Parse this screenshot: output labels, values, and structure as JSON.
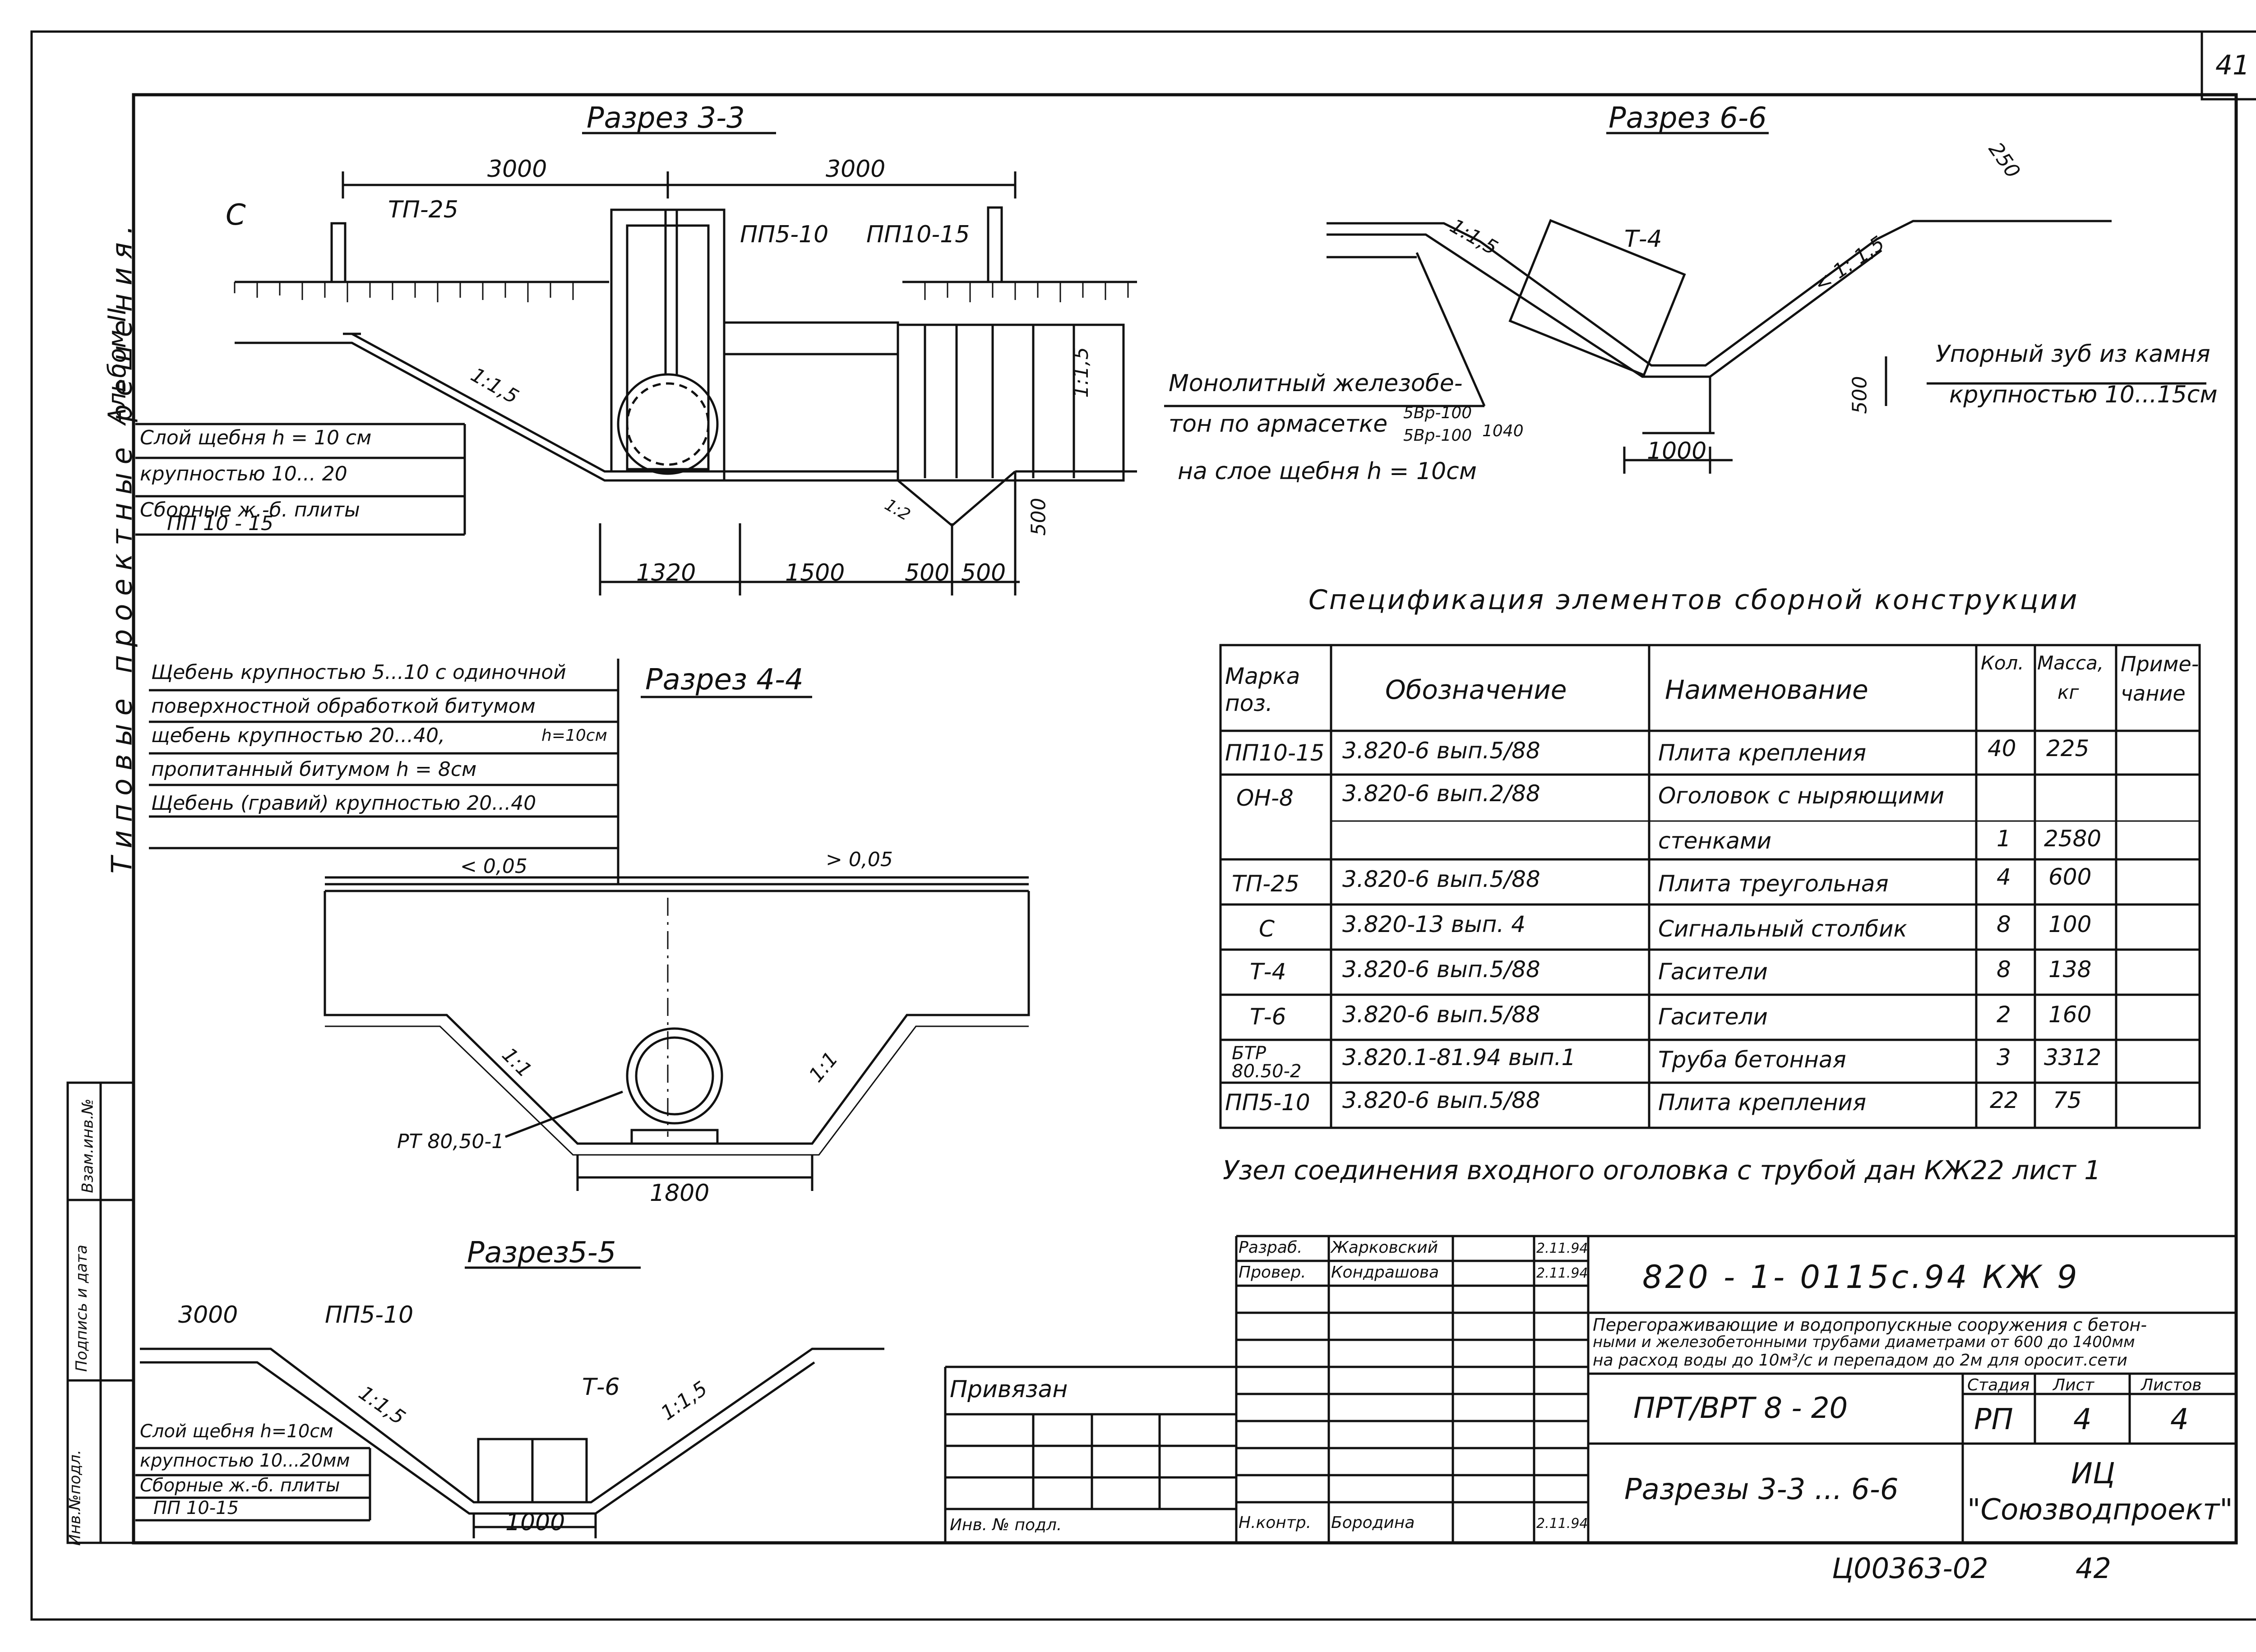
{
  "sheet": {
    "page_number": "41",
    "album_side_text": "Альбом II",
    "side_text": "Типовые проектные решения.",
    "stamp_column": [
      "Инв.№подл.",
      "Подпись и дата",
      "Взам.инв.№"
    ]
  },
  "section_3_3": {
    "title": "Разрез 3-3",
    "labels": {
      "c": "С",
      "tp25": "ТП-25",
      "pp510": "ПП5-10",
      "pp1015": "ПП10-15",
      "dim_left_3000": "3000",
      "dim_right_3000": "3000",
      "slope1": "1:1,5",
      "slope2": "1:1,5",
      "slope3": "1:2",
      "dim_1320": "1320",
      "dim_1500": "1500",
      "dim_500a": "500",
      "dim_500b": "500",
      "dim_500v": "500"
    },
    "note_lines": [
      "Слой щебня h = 10 см",
      "крупностью 10... 20",
      "Сборные ж.-б. плиты",
      "ПП 10 - 15"
    ]
  },
  "section_4_4": {
    "title": "Разрез 4-4",
    "note_lines": [
      "Щебень крупностью 5...10 с одиночной",
      "поверхностной обработкой битумом",
      "щебень крупностью 20...40,",
      "h=10см",
      "пропитанный битумом h = 8см",
      "Щебень (гравий) крупностью 20...40"
    ],
    "labels": {
      "slope_left": "< 0,05",
      "slope_right": "> 0,05",
      "side_left": "1:1",
      "side_right": "1:1",
      "rt": "РТ 80,50-1",
      "dim_1800": "1800"
    }
  },
  "section_5_5": {
    "title": "Разрез5-5",
    "labels": {
      "dim_3000": "3000",
      "pp510": "ПП5-10",
      "t6": "Т-6",
      "slope_left": "1:1,5",
      "slope_right": "1:1,5",
      "dim_1000": "1000"
    },
    "note_lines": [
      "Слой щебня h=10см",
      "крупностью 10...20мм",
      "Сборные ж.-б. плиты",
      "ПП 10-15"
    ]
  },
  "section_6_6": {
    "title": "Разрез 6-6",
    "labels": {
      "dim_250": "250",
      "slope_left": "1:1,5",
      "slope_right": "< 1: 1,5",
      "t4": "Т-4",
      "dim_500": "500",
      "dim_1000": "1000",
      "stop_1": "Упорный зуб из камня",
      "stop_2": "крупностью 10...15см",
      "mono_1": "Монолитный железобе-",
      "mono_2": "тон по армасетке",
      "mesh_top": "5Вр-100",
      "mesh_bottom": "5Вр-100",
      "mesh_size": "1040",
      "mono_3": "на слое щебня  h = 10см"
    }
  },
  "spec": {
    "title": "Спецификация элементов сборной конструкции",
    "headers": [
      "Марка поз.",
      "Обозначение",
      "Наименование",
      "Кол.",
      "Масса, кг",
      "Приме-чание"
    ],
    "header_lines": {
      "mark_1": "Марка",
      "mark_2": "поз.",
      "mass_1": "Масса,",
      "mass_2": "кг",
      "note_1": "Приме-",
      "note_2": "чание"
    },
    "rows": [
      [
        "ПП10-15",
        "3.820-6  вып.5/88",
        "Плита крепления",
        "40",
        "225",
        ""
      ],
      [
        "ОН-8",
        "3.820-6  вып.2/88",
        "Оголовок с ныряющими",
        "",
        "",
        ""
      ],
      [
        "",
        "",
        "стенками",
        "1",
        "2580",
        ""
      ],
      [
        "ТП-25",
        "3.820-6  вып.5/88",
        "Плита треугольная",
        "4",
        "600",
        ""
      ],
      [
        "С",
        "3.820-13  вып. 4",
        "Сигнальный столбик",
        "8",
        "100",
        ""
      ],
      [
        "Т-4",
        "3.820-6  вып.5/88",
        "Гасители",
        "8",
        "138",
        ""
      ],
      [
        "Т-6",
        "3.820-6  вып.5/88",
        "Гасители",
        "2",
        "160",
        ""
      ],
      [
        "БТР 80.50-2",
        "3.820.1-81.94 вып.1",
        "Труба бетонная",
        "3",
        "3312",
        ""
      ],
      [
        "ПП5-10",
        "3.820-6  вып.5/88",
        "Плита крепления",
        "22",
        "75",
        ""
      ]
    ],
    "footnote": "Узел соединения входного оголовка с трубой дан КЖ22 лист 1"
  },
  "title_block": {
    "code": "820 - 1- 0115с.94  КЖ 9",
    "description_1": "Перегораживающие и водопропускные сооружения с бетон-",
    "description_2": "ными и железобетонными трубами диаметрами от 600 до 1400мм",
    "description_3": "на расход воды до 10м³/с и перепадом до 2м для оросит.сети",
    "roles": [
      {
        "role": "Разраб.",
        "name": "Жарковский",
        "date": "2.11.94"
      },
      {
        "role": "Провер.",
        "name": "Кондрашова",
        "date": "2.11.94"
      }
    ],
    "n_control": {
      "role": "Н.контр.",
      "name": "Бородина",
      "date": "2.11.94"
    },
    "object": "ПРТ/ВРТ 8 - 20",
    "stage_header": "Стадия",
    "sheet_header": "Лист",
    "sheets_header": "Листов",
    "stage": "РП",
    "sheet": "4",
    "sheets": "4",
    "drawing_name": "Разрезы 3-3 ... 6-6",
    "org_1": "ИЦ",
    "org_2": "\"Союзводпроект\"",
    "privyazan": "Привязан",
    "inv_label": "Инв. № подл."
  },
  "footer": {
    "archive_number": "Ц00363-02",
    "page_right": "42"
  }
}
